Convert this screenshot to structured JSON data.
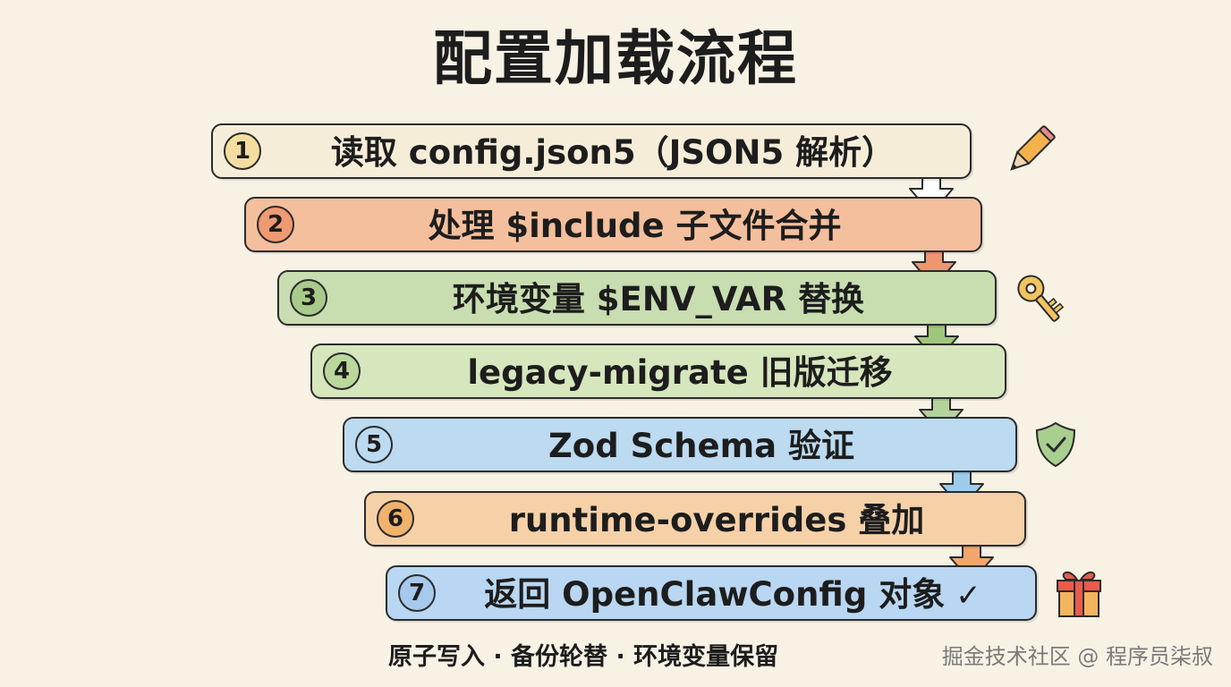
{
  "title": "配置加载流程",
  "steps": [
    {
      "number": "1",
      "label": "读取 config.json5（JSON5 解析）",
      "bg": "#f6edd9",
      "arrow_color": "#ffffff"
    },
    {
      "number": "2",
      "label": "处理 $include 子文件合并",
      "bg": "#f4bf9d",
      "arrow_color": "#ee9672"
    },
    {
      "number": "3",
      "label": "环境变量 $ENV_VAR 替换",
      "bg": "#c8ddb0",
      "arrow_color": "#9fc67d"
    },
    {
      "number": "4",
      "label": "legacy-migrate 旧版迁移",
      "bg": "#d6e6bd",
      "arrow_color": "#b4d29a"
    },
    {
      "number": "5",
      "label": "Zod Schema 验证",
      "bg": "#bcdaf0",
      "arrow_color": "#9dcbea"
    },
    {
      "number": "6",
      "label": "runtime-overrides 叠加",
      "bg": "#f6d1a8",
      "arrow_color": "#f2a66d"
    },
    {
      "number": "7",
      "label": "返回 OpenClawConfig 对象",
      "bg": "#b9d7f2",
      "check": "✓"
    }
  ],
  "icons": {
    "pencil": "pencil-icon",
    "key": "key-icon",
    "shield": "shield-check-icon",
    "gift": "gift-icon"
  },
  "footer": "原子写入 · 备份轮替 · 环境变量保留",
  "watermark": "掘金技术社区 @ 程序员柒叔"
}
